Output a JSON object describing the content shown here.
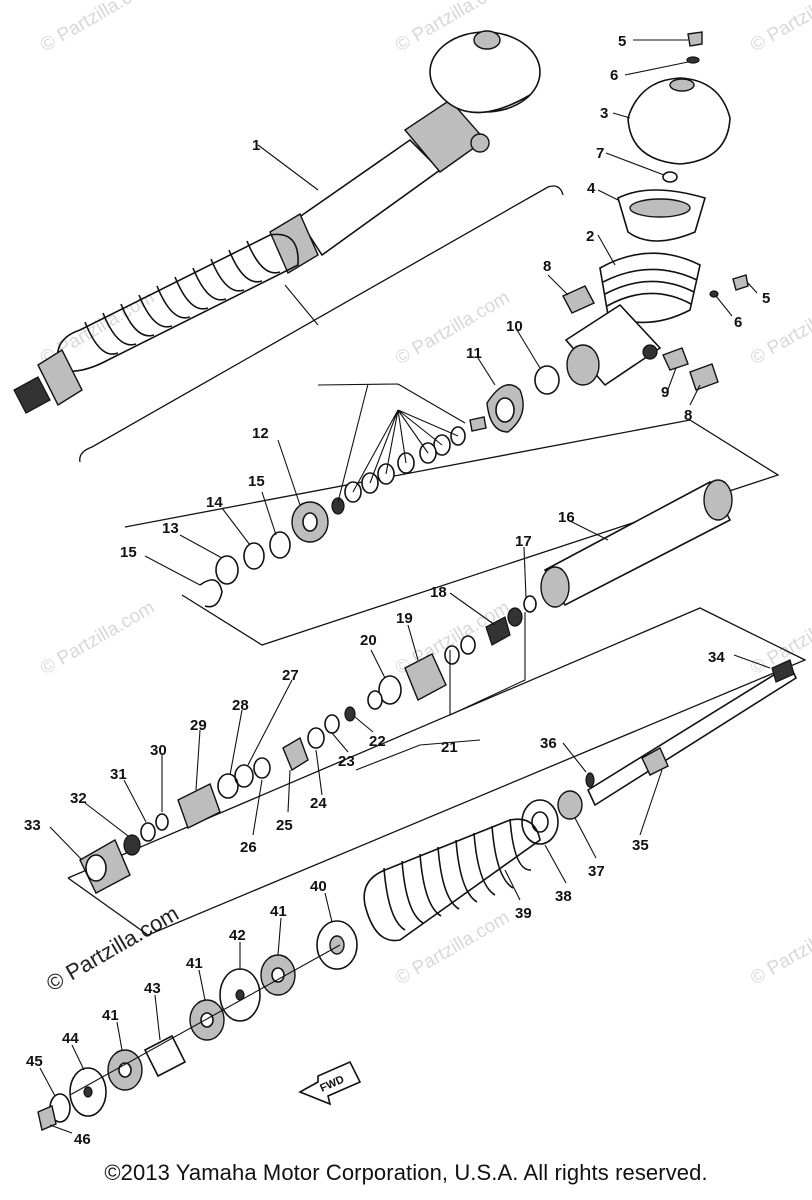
{
  "watermark": "© Partzilla.com",
  "fwd_mark": "FWD",
  "copyright": "©2013 Yamaha Motor Corporation, U.S.A. All rights reserved.",
  "callouts": {
    "c1": "1",
    "c2": "2",
    "c3": "3",
    "c4": "4",
    "c5a": "5",
    "c5b": "5",
    "c6a": "6",
    "c6b": "6",
    "c7": "7",
    "c8a": "8",
    "c8b": "8",
    "c9": "9",
    "c10": "10",
    "c11": "11",
    "c12": "12",
    "c13": "13",
    "c14": "14",
    "c15a": "15",
    "c15b": "15",
    "c16": "16",
    "c17": "17",
    "c18": "18",
    "c19": "19",
    "c20": "20",
    "c21": "21",
    "c22": "22",
    "c23": "23",
    "c24": "24",
    "c25": "25",
    "c26": "26",
    "c27": "27",
    "c28": "28",
    "c29": "29",
    "c30": "30",
    "c31": "31",
    "c32": "32",
    "c33": "33",
    "c34": "34",
    "c35": "35",
    "c36": "36",
    "c37": "37",
    "c38": "38",
    "c39": "39",
    "c40": "40",
    "c41a": "41",
    "c41b": "41",
    "c41c": "41",
    "c42": "42",
    "c43": "43",
    "c44": "44",
    "c45": "45",
    "c46": "46"
  }
}
